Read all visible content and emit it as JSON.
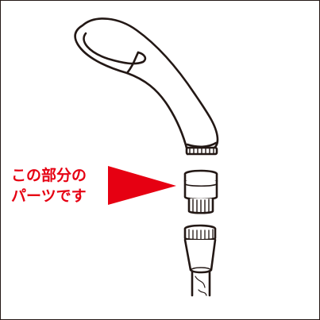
{
  "callout": {
    "line1": "この部分の",
    "line2": "パーツです"
  },
  "colors": {
    "accent": "#e60012",
    "ink": "#231815",
    "background": "#ffffff"
  },
  "icons": {
    "pointer": "red-triangle-arrow",
    "product": "shower-head",
    "highlighted_part": "adapter-fitting",
    "hose": "shower-hose-connector"
  }
}
